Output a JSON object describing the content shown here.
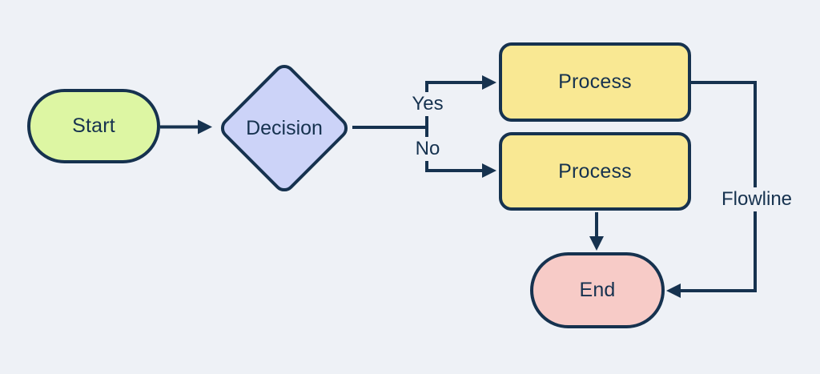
{
  "diagram": {
    "background": "#eef1f6",
    "stroke_color": "#16324f",
    "text_color": "#16324f",
    "nodes": [
      {
        "id": "start",
        "type": "terminator",
        "label": "Start",
        "fill": "#ddf6a3"
      },
      {
        "id": "decision",
        "type": "decision",
        "label": "Decision",
        "fill": "#ccd3f8"
      },
      {
        "id": "process-top",
        "type": "process",
        "label": "Process",
        "fill": "#f9e893"
      },
      {
        "id": "process-bottom",
        "type": "process",
        "label": "Process",
        "fill": "#f9e893"
      },
      {
        "id": "end",
        "type": "terminator",
        "label": "End",
        "fill": "#f7cbc7"
      }
    ],
    "edges": [
      {
        "from": "start",
        "to": "decision",
        "label": ""
      },
      {
        "from": "decision",
        "to": "process-top",
        "label": "Yes"
      },
      {
        "from": "decision",
        "to": "process-bottom",
        "label": "No"
      },
      {
        "from": "process-top",
        "to": "end",
        "label": "Flowline"
      },
      {
        "from": "process-bottom",
        "to": "end",
        "label": ""
      }
    ]
  }
}
